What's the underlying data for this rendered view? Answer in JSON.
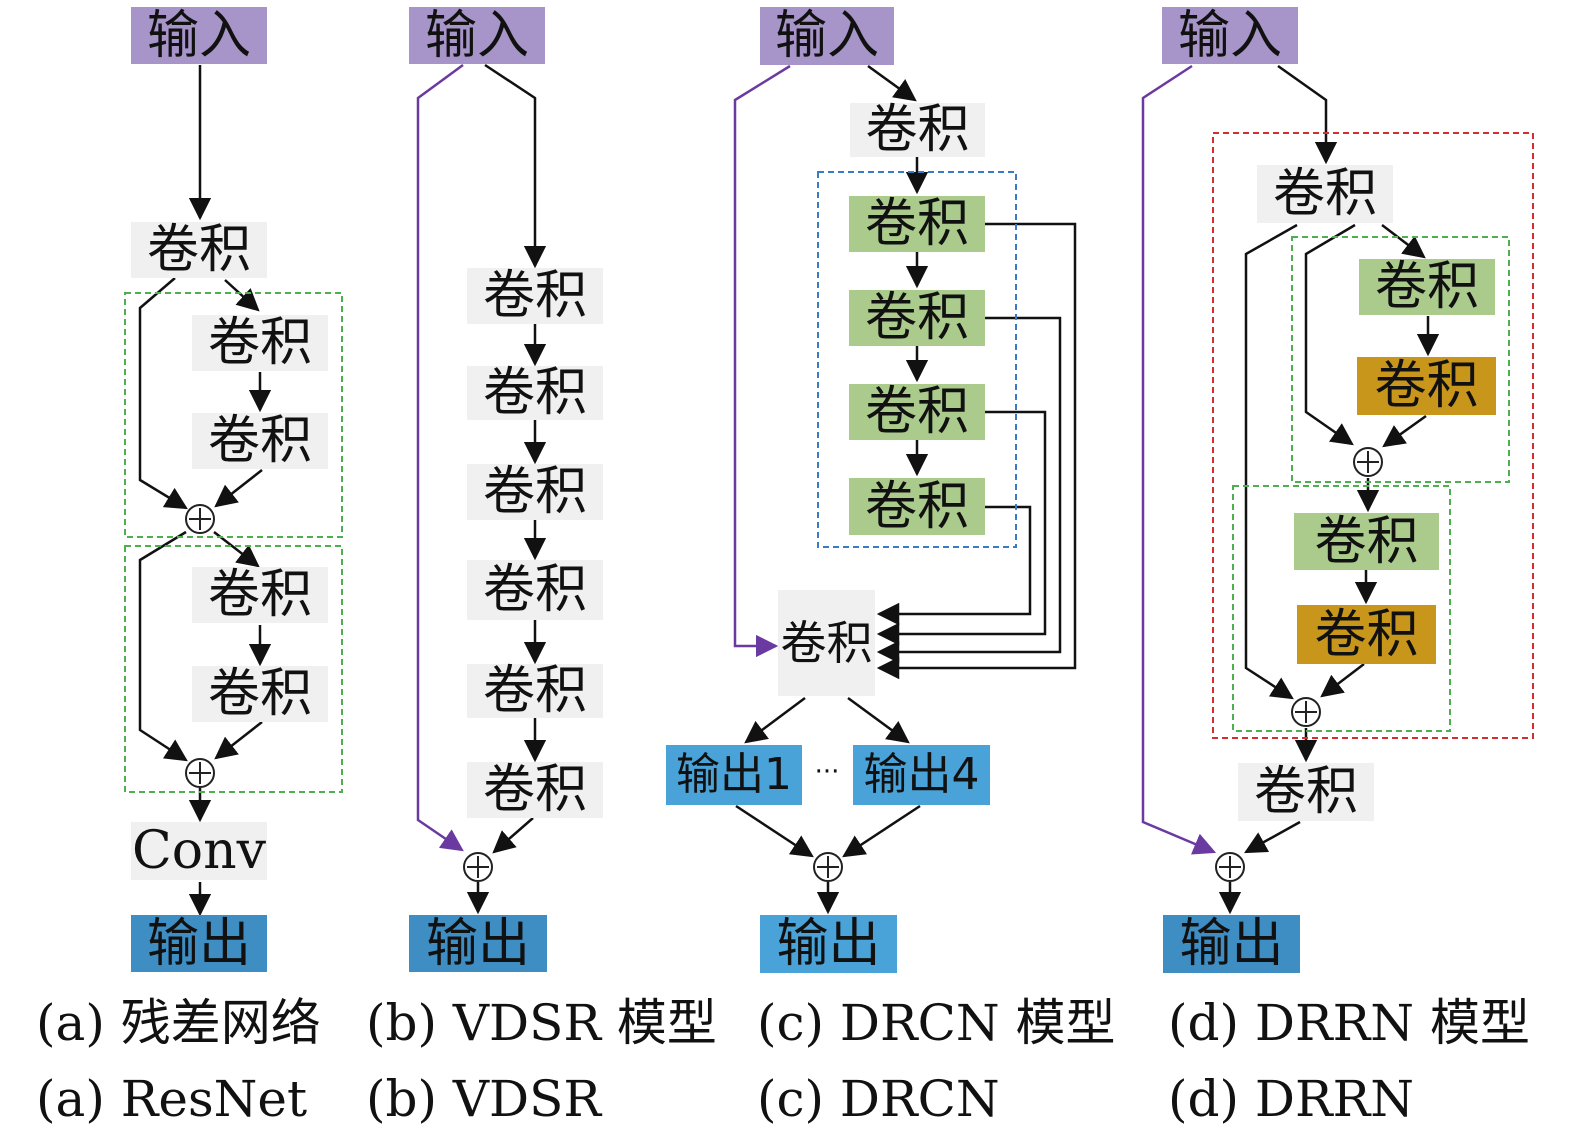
{
  "labels": {
    "input": "输入",
    "output": "输出",
    "conv": "卷积",
    "conv_en": "Conv",
    "output1": "输出1",
    "output4": "输出4",
    "ellipsis": "···"
  },
  "captions": {
    "a_cn": "(a) 残差网络",
    "b_cn": "(b) VDSR 模型",
    "c_cn": "(c) DRCN 模型",
    "d_cn": "(d) DRRN 模型",
    "a_en": "(a) ResNet",
    "b_en": "(b) VDSR",
    "c_en": "(c) DRCN",
    "d_en": "(d) DRRN"
  },
  "colors": {
    "input": "#a794c8",
    "output": "#3e8ec4",
    "conv_plain": "#f0f0f0",
    "conv_green": "#aacb8c",
    "conv_gold": "#c9961c",
    "skip_arrow": "#6a3aa0",
    "dash_green": "#4caf50",
    "dash_blue": "#3a7cc4",
    "dash_red": "#d23030"
  },
  "icons": {
    "sum_node": "circle-plus-icon"
  }
}
